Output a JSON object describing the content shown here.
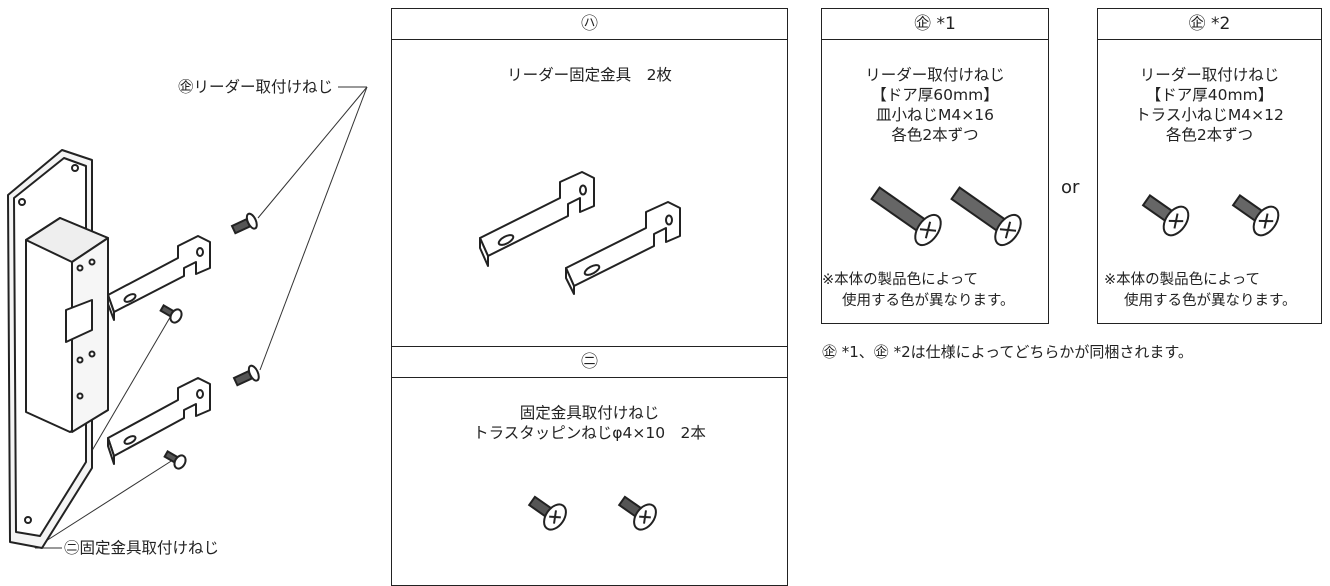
{
  "callouts": {
    "ho_label": "㊭リーダー取付けねじ",
    "ni_label": "㊁固定金具取付けねじ"
  },
  "box_ha": {
    "header": "㋩",
    "desc": "リーダー固定金具　2枚"
  },
  "box_ni": {
    "header": "㊁",
    "desc_line1": "固定金具取付けねじ",
    "desc_line2": "トラスタッピンねじφ4×10　2本"
  },
  "box_ho1": {
    "header": "㊭ *1",
    "lines": [
      "リーダー取付けねじ",
      "【ドア厚60mm】",
      "皿小ねじM4×16",
      "各色2本ずつ"
    ],
    "note_line1": "※本体の製品色によって",
    "note_line2": "使用する色が異なります。"
  },
  "box_ho2": {
    "header": "㊭ *2",
    "lines": [
      "リーダー取付けねじ",
      "【ドア厚40mm】",
      "トラス小ねじM4×12",
      "各色2本ずつ"
    ],
    "note_line1": "※本体の製品色によって",
    "note_line2": "使用する色が異なります。"
  },
  "or_label": "or",
  "footnote": "㊭ *1、㊭ *2は仕様によってどちらかが同梱されます。",
  "icons": [
    "reader-assembly-icon",
    "bracket-icon",
    "flat-head-screw-icon",
    "truss-head-screw-icon",
    "tapping-screw-icon"
  ]
}
